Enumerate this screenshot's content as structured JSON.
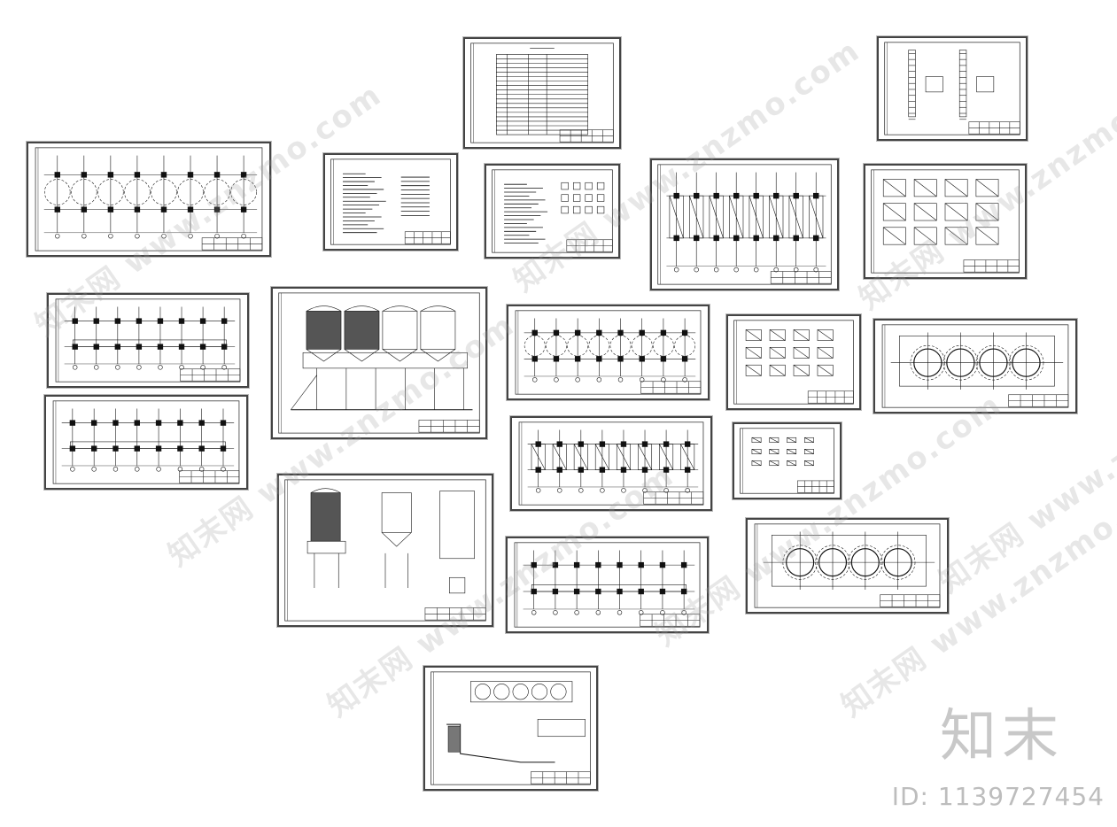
{
  "watermark": {
    "text": "知末网 www.znzmo.com"
  },
  "brand": {
    "name": "知末",
    "id": "ID: 1139727454"
  }
}
